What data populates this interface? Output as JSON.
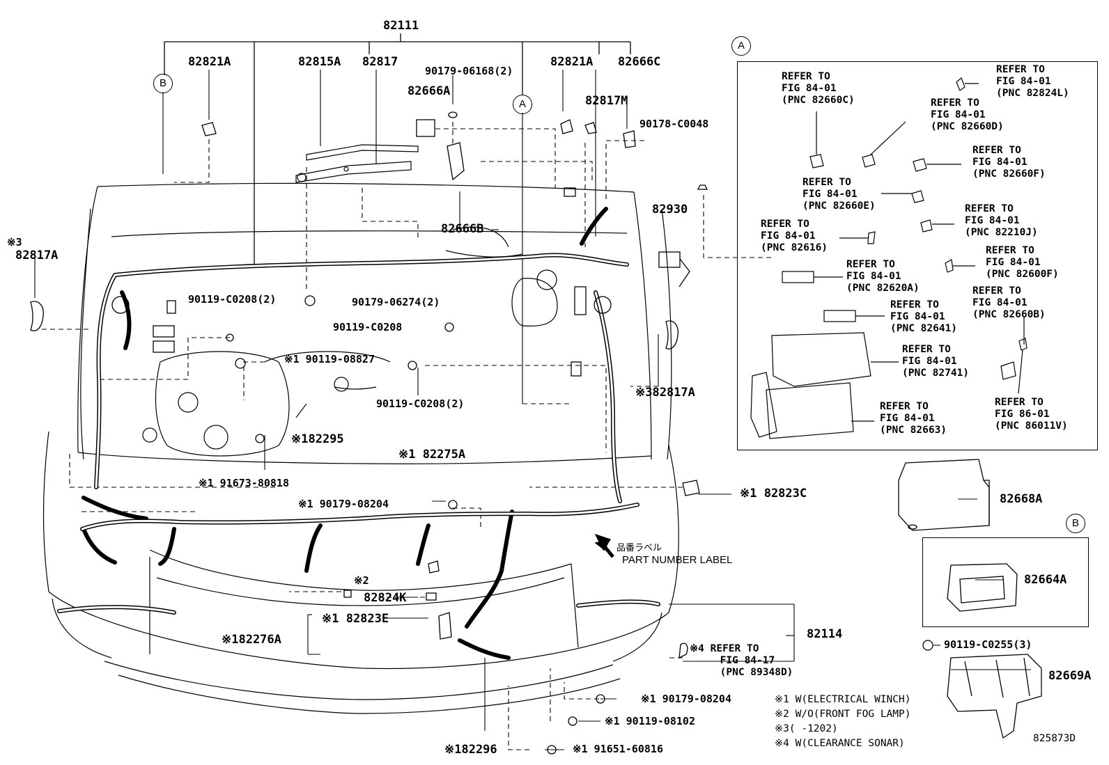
{
  "labels": {
    "p82111": "82111",
    "p82821A_l": "82821A",
    "p82815A": "82815A",
    "p82817": "82817",
    "p90179_06168": "90179-06168(2)",
    "p82666A": "82666A",
    "p82821A_r": "82821A",
    "p82666C": "82666C",
    "p82817M": "82817M",
    "p90178": "90178-C0048",
    "p82930": "82930",
    "p82817A_l": "82817A",
    "p82666B": "82666B",
    "p90119_c0208_2a": "90119-C0208(2)",
    "p90179_06274": "90179-06274(2)",
    "p90119_c0208": "90119-C0208",
    "p90119_08827": "※1 90119-08827",
    "p90119_c0208_2b": "90119-C0208(2)",
    "p82817A_r": "※382817A",
    "p82295": "※182295",
    "p82275A": "※1 82275A",
    "p91673": "※1 91673-80818",
    "p82823C": "※1 82823C",
    "p90179_08204_a": "※1 90179-08204",
    "p82824K": "82824K",
    "p82823E": "※1 82823E",
    "p82276A": "※182276A",
    "p82114": "82114",
    "p90179_08204_b": "※1 90179-08204",
    "p90119_08102": "※1 90119-08102",
    "p82296": "※182296",
    "p91651": "※1 91651-60816",
    "p82668A": "82668A",
    "p82664A": "82664A",
    "p90119_c0255": "90119-C0255(3)",
    "p82669A": "82669A",
    "s3": "※3",
    "s2": "※2",
    "ref_89348D": "※4 REFER TO\n     FIG 84-17\n     (PNC 89348D)",
    "jp_label": "品番ラベル",
    "part_number_label": "PART NUMBER LABEL",
    "circle_a": "A",
    "circle_b": "B",
    "inset_a": "A",
    "inset_b": "B",
    "figure_id": "825873D"
  },
  "inset_a_refs": [
    "REFER TO\nFIG 84-01\n(PNC 82660C)",
    "REFER TO\nFIG 84-01\n(PNC 82824L)",
    "REFER TO\nFIG 84-01\n(PNC 82660D)",
    "REFER TO\nFIG 84-01\n(PNC 82660F)",
    "REFER TO\nFIG 84-01\n(PNC 82660E)",
    "REFER TO\nFIG 84-01\n(PNC 82210J)",
    "REFER TO\nFIG 84-01\n(PNC 82616)",
    "REFER TO\nFIG 84-01\n(PNC 82600F)",
    "REFER TO\nFIG 84-01\n(PNC 82620A)",
    "REFER TO\nFIG 84-01\n(PNC 82660B)",
    "REFER TO\nFIG 84-01\n(PNC 82641)",
    "REFER TO\nFIG 84-01\n(PNC 82741)",
    "REFER TO\nFIG 84-01\n(PNC 82663)",
    "REFER TO\nFIG 86-01\n(PNC 86011V)"
  ],
  "notes": [
    "※1 W(ELECTRICAL WINCH)",
    "※2 W/O(FRONT FOG LAMP)",
    "※3(      -1202)",
    "※4 W(CLEARANCE SONAR)"
  ]
}
